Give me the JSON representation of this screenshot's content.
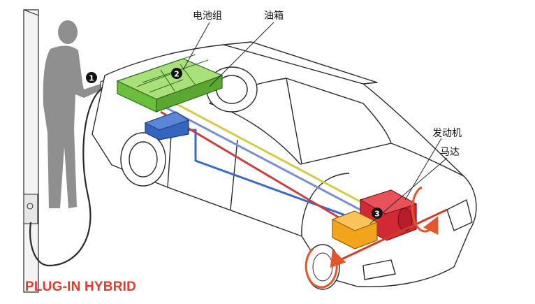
{
  "labels": {
    "battery_pack": "电池组",
    "fuel_tank": "油箱",
    "engine": "发动机",
    "motor": "马达"
  },
  "markers": [
    "1",
    "2",
    "3"
  ],
  "title": "PLUG-IN HYBRID",
  "colors": {
    "title": "#e03a2f",
    "battery": "#7ccf4a",
    "fuel_tank": "#2d5fb0",
    "engine": "#d22a35",
    "motor": "#f2a51a",
    "car_outline": "#2a2a2a",
    "person": "#8f8f8f",
    "rotation_arrow": "#e4552a"
  },
  "icons": [
    "person-silhouette",
    "charging-station",
    "charging-plug",
    "car-outline",
    "rotation-arrow"
  ]
}
